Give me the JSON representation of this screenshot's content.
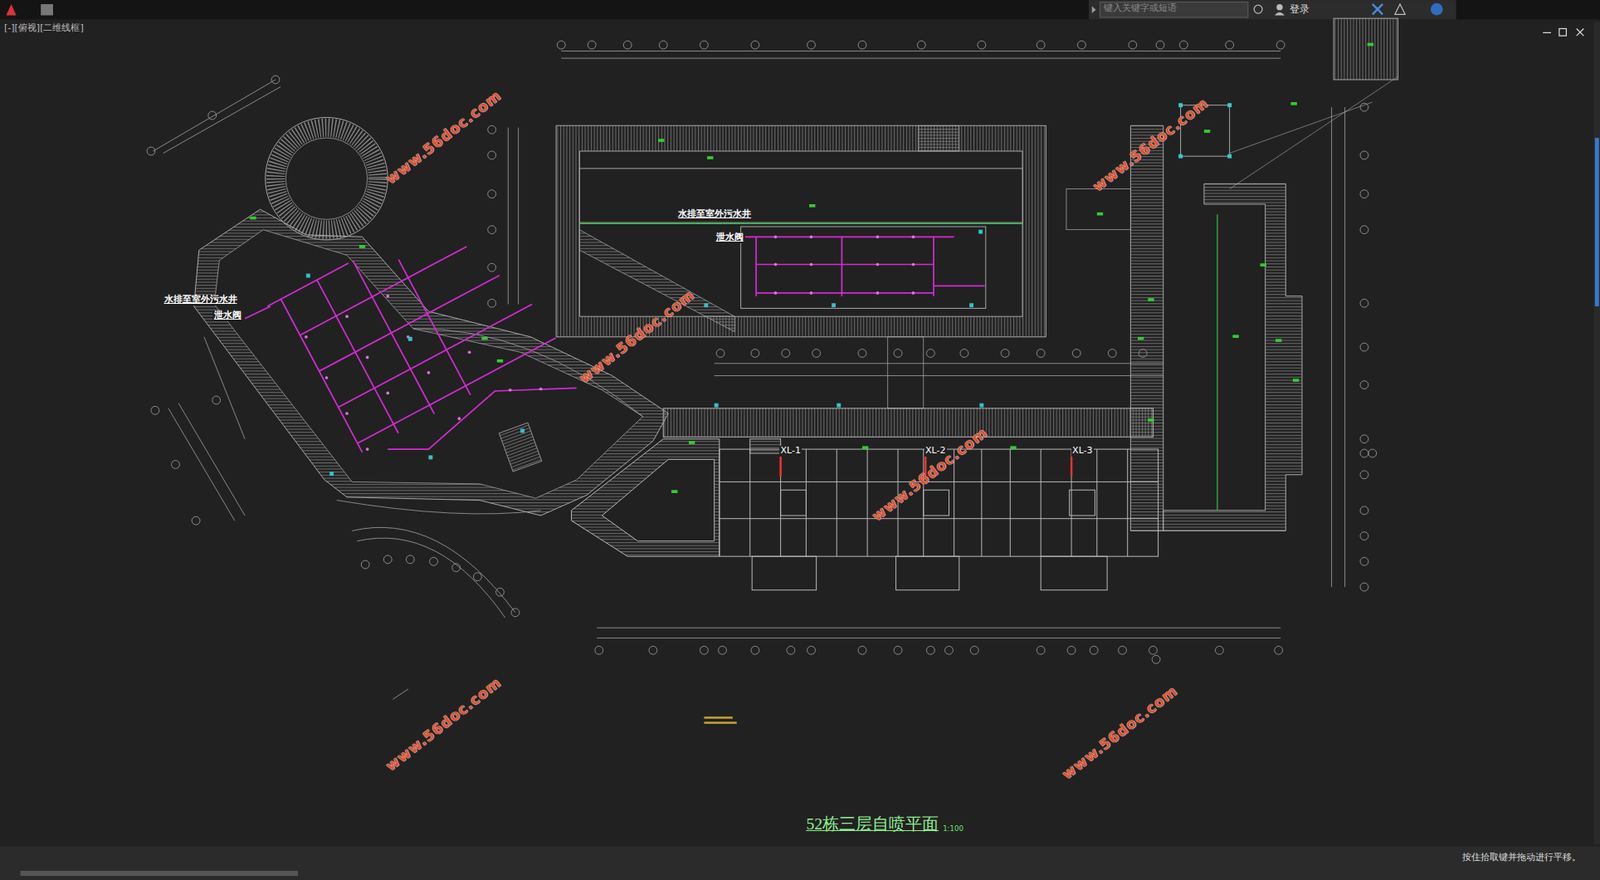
{
  "diagram": {
    "title": "52栋三层自喷平面",
    "labels": [
      "[-][俯视][二维线框]",
      "键入关键字或短语",
      "登录",
      "水排至室外污水井",
      "泄水阀",
      "水排至室外污水井",
      "泄水阀",
      "XL-1",
      "XL-2",
      "XL-3",
      "1:100",
      "www.56doc.com",
      "www.56doc.com",
      "www.56doc.com",
      "www.56doc.com",
      "www.56doc.com",
      "www.56doc.com",
      "按住拾取键并拖动进行平移。"
    ]
  }
}
